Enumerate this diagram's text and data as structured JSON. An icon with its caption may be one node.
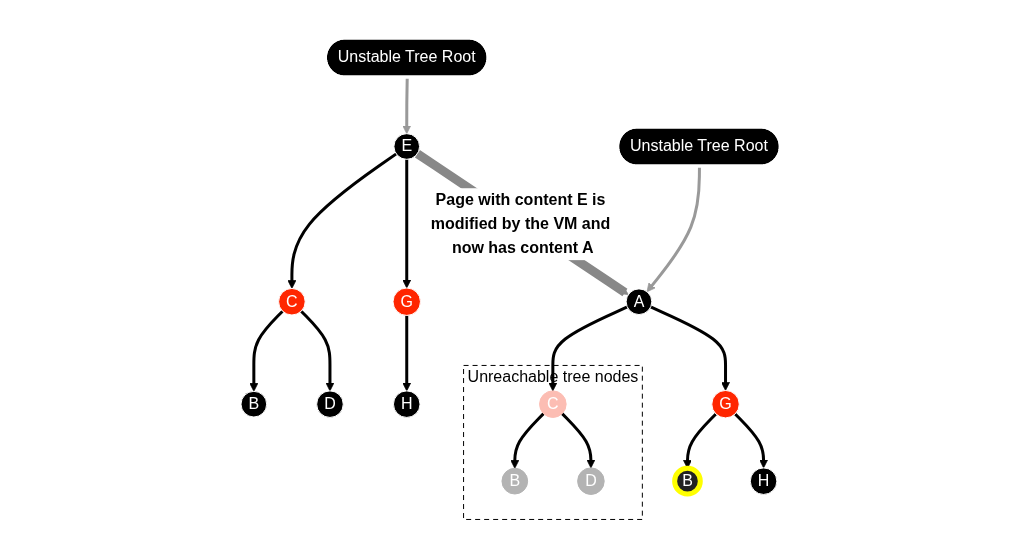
{
  "diagram": {
    "nodes": [
      {
        "text": [
          "Unstable Tree Root"
        ]
      },
      {
        "text": [
          "E"
        ]
      },
      {
        "text": [
          "C"
        ]
      },
      {
        "text": [
          "G"
        ]
      },
      {
        "text": [
          "B"
        ]
      },
      {
        "text": [
          "D"
        ]
      },
      {
        "text": [
          "H"
        ]
      },
      {
        "text": [
          "Unstable Tree Root"
        ]
      },
      {
        "text": [
          "A"
        ]
      },
      {
        "text": [
          "Unreachable tree nodes"
        ]
      },
      {
        "text": [
          "C"
        ],
        "in": 9
      },
      {
        "text": [
          "G"
        ]
      },
      {
        "text": [
          "B"
        ],
        "in": 9
      },
      {
        "text": [
          "D"
        ],
        "in": 9
      },
      {
        "text": [
          "B"
        ]
      },
      {
        "text": [
          "H"
        ]
      }
    ],
    "edges": [
      {
        "from": 0,
        "to": 1,
        "arrow": "to",
        "color": "#999999"
      },
      {
        "from": 1,
        "to": 2,
        "arrow": "to"
      },
      {
        "from": 1,
        "to": 3,
        "arrow": "to"
      },
      {
        "from": 2,
        "to": 4,
        "arrow": "to"
      },
      {
        "from": 2,
        "to": 5,
        "arrow": "to"
      },
      {
        "from": 3,
        "to": 6,
        "arrow": "to"
      },
      {
        "from": 1,
        "to": 8,
        "arrow": "to",
        "label": "Page with content E is modified by the VM and now has content A",
        "style": "thick",
        "color": "#888888"
      },
      {
        "from": 7,
        "to": 8,
        "arrow": "to",
        "color": "#999999"
      },
      {
        "from": 8,
        "to": 10,
        "arrow": "to"
      },
      {
        "from": 8,
        "to": 11,
        "arrow": "to"
      },
      {
        "from": 10,
        "to": 12,
        "arrow": "to"
      },
      {
        "from": 10,
        "to": 13,
        "arrow": "to"
      },
      {
        "from": 11,
        "to": 14,
        "arrow": "to"
      },
      {
        "from": 11,
        "to": 15,
        "arrow": "to"
      }
    ]
  }
}
